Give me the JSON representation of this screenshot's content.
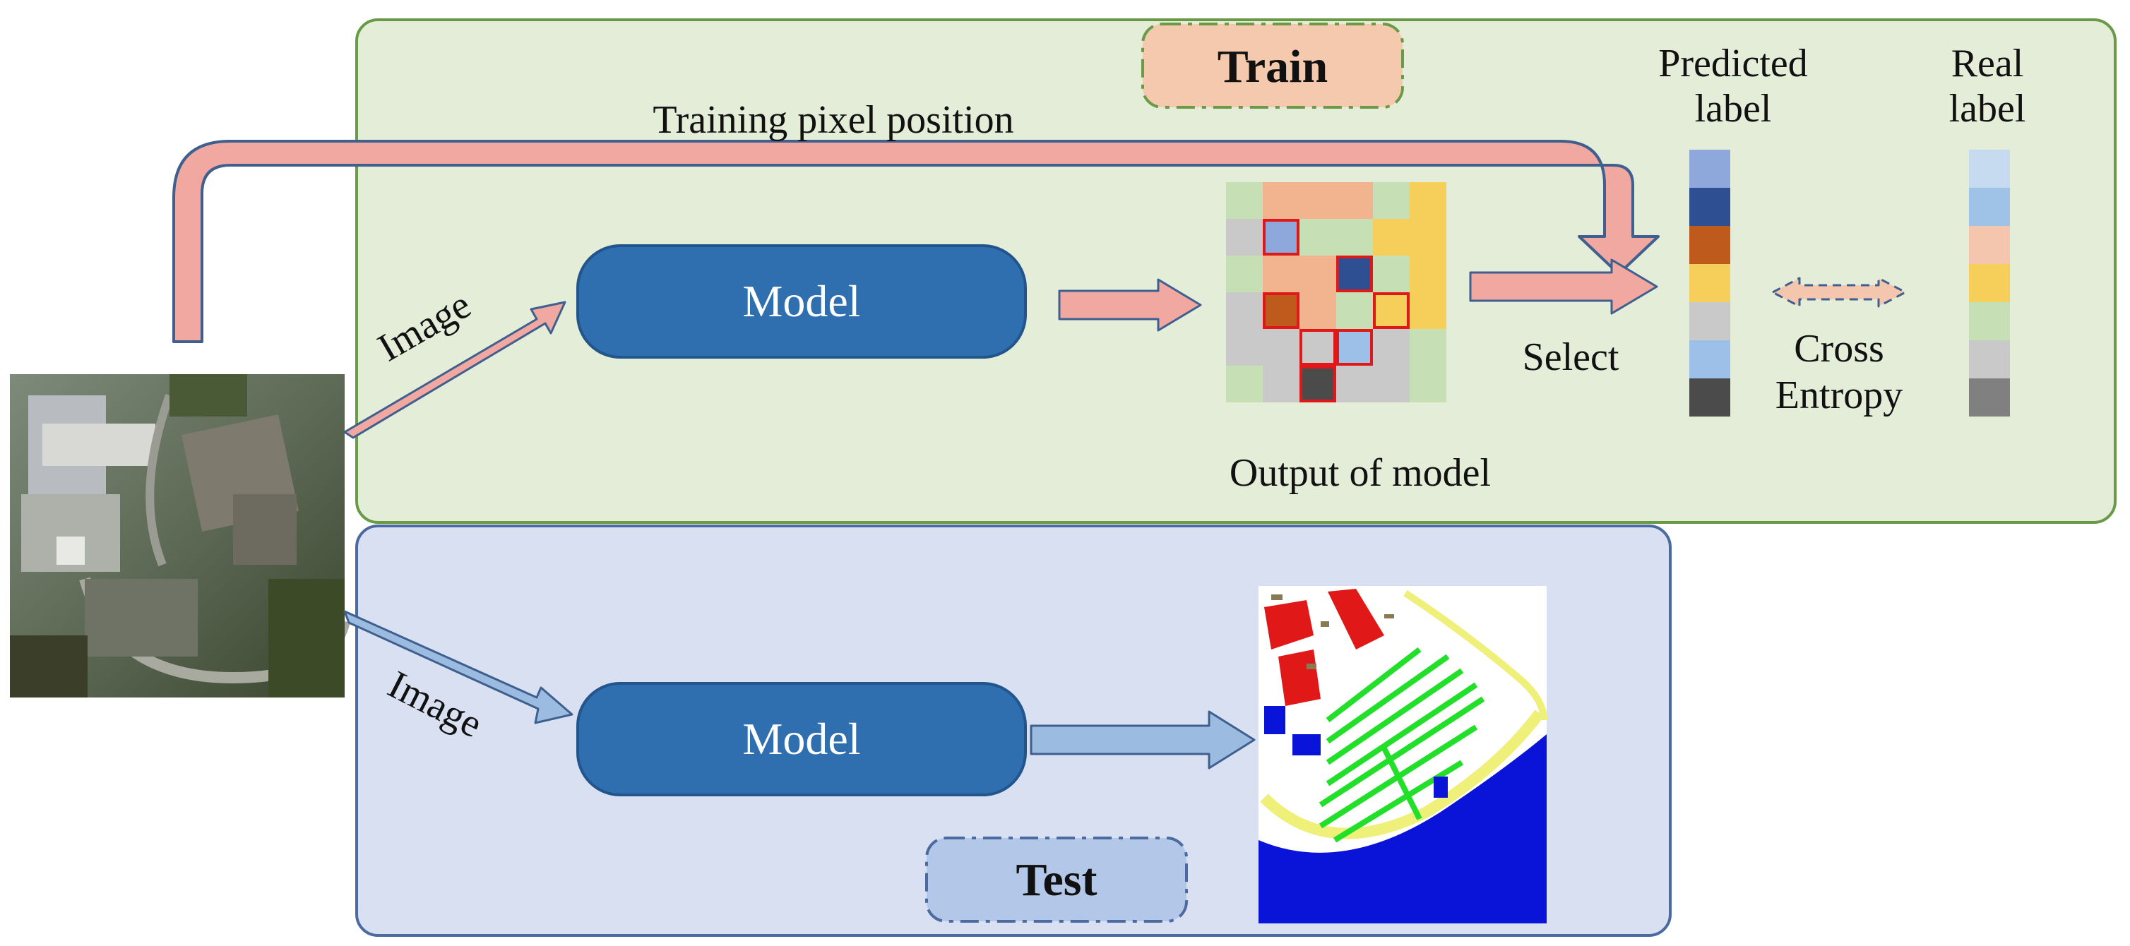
{
  "train": {
    "title": "Train",
    "training_pixel_label": "Training pixel position",
    "image_label": "Image",
    "model_label": "Model",
    "output_label": "Output of model",
    "select_label": "Select",
    "predicted_label_line1": "Predicted",
    "predicted_label_line2": "label",
    "real_label_line1": "Real",
    "real_label_line2": "label",
    "loss_line1": "Cross",
    "loss_line2": "Entropy",
    "output_grid": [
      [
        "lightgreen",
        "salmon",
        "salmon",
        "salmon",
        "lightgreen",
        "gold"
      ],
      [
        "gray",
        "periwinkle",
        "lightgreen",
        "lightgreen",
        "gold",
        "gold"
      ],
      [
        "lightgreen",
        "salmon",
        "salmon",
        "navy",
        "lightgreen",
        "gold"
      ],
      [
        "gray",
        "rust",
        "salmon",
        "lightgreen",
        "gold",
        "gold"
      ],
      [
        "gray",
        "gray",
        "gray",
        "skyblue",
        "gray",
        "lightgreen"
      ],
      [
        "lightgreen",
        "gray",
        "charcoal",
        "gray",
        "gray",
        "lightgreen"
      ]
    ],
    "selected_cells": [
      [
        1,
        1
      ],
      [
        3,
        1
      ],
      [
        4,
        2
      ],
      [
        2,
        3
      ],
      [
        3,
        4
      ],
      [
        4,
        3
      ],
      [
        5,
        2
      ]
    ],
    "predicted_colors": [
      "periwinkle",
      "navy",
      "rust",
      "gold",
      "gray",
      "skyblue",
      "charcoal"
    ],
    "real_colors": [
      "paleblue",
      "lightblue",
      "peach",
      "gold",
      "lightgreen",
      "gray",
      "darkgray"
    ]
  },
  "test": {
    "title": "Test",
    "image_label": "Image",
    "model_label": "Model"
  },
  "colors": {
    "train_panel_fill": "#e3edd8",
    "train_panel_stroke": "#6a9a46",
    "test_panel_fill": "#d8e0f2",
    "test_panel_stroke": "#4a6aa0",
    "model_box": "#2f6fb0",
    "train_arrow": "#f1a8a0",
    "test_arrow": "#9cbbe0",
    "highlight": "#e01818",
    "lightgreen": "#c6dfb4",
    "salmon": "#f2b38f",
    "gold": "#f6cf5a",
    "gray": "#c9c9c9",
    "periwinkle": "#8ea8dc",
    "navy": "#2e4f91",
    "rust": "#bd5a1c",
    "skyblue": "#9cc0e8",
    "charcoal": "#4b4b4b",
    "paleblue": "#c6daf0",
    "lightblue": "#9ec3e6",
    "peach": "#f4c6ad",
    "darkgray": "#808080"
  }
}
